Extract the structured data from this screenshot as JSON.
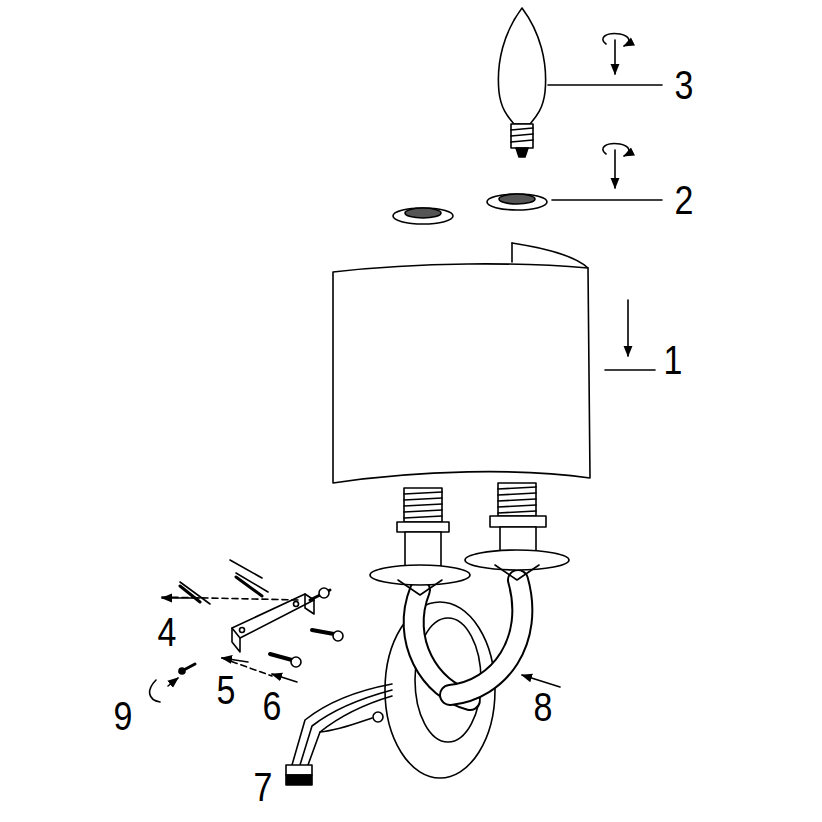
{
  "diagram": {
    "labels": [
      "3",
      "2",
      "1",
      "4",
      "5",
      "6",
      "8",
      "9",
      "7"
    ]
  }
}
